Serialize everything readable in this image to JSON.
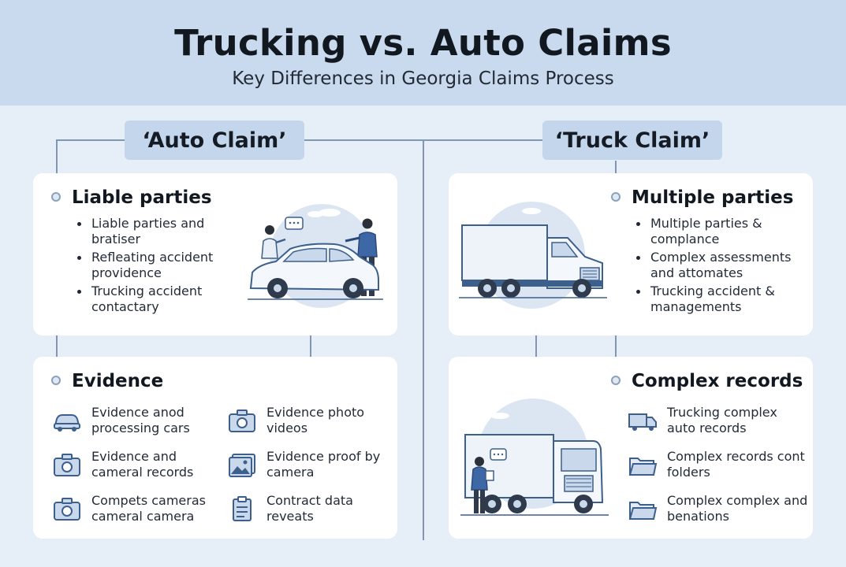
{
  "header": {
    "title": "Trucking vs. Auto Claims",
    "subtitle": "Key Differences in Georgia Claims Process"
  },
  "auto": {
    "label": "‘Auto Claim’",
    "liable": {
      "title": "Liable parties",
      "bullets": [
        "Liable parties and bratiser",
        "Refleating accident providence",
        "Trucking accident contactary"
      ]
    },
    "evidence": {
      "title": "Evidence",
      "items": [
        {
          "icon": "car-icon",
          "text": "Evidence anod processing cars"
        },
        {
          "icon": "camera-icon",
          "text": "Evidence photo videos"
        },
        {
          "icon": "camera-icon",
          "text": "Evidence and cameral records"
        },
        {
          "icon": "image-icon",
          "text": "Evidence proof by camera"
        },
        {
          "icon": "camera-icon",
          "text": "Compets cameras cameral camera"
        },
        {
          "icon": "clipboard-icon",
          "text": "Contract data reveats"
        }
      ]
    }
  },
  "truck": {
    "label": "‘Truck Claim’",
    "parties": {
      "title": "Multiple parties",
      "bullets": [
        "Multiple parties & complance",
        "Complex assessments and attomates",
        "Trucking accident & managements"
      ]
    },
    "records": {
      "title": "Complex records",
      "items": [
        {
          "icon": "truck-icon",
          "text": "Trucking complex auto records"
        },
        {
          "icon": "folder-icon",
          "text": "Complex records cont folders"
        },
        {
          "icon": "folder-icon",
          "text": "Complex complex and benations"
        }
      ]
    }
  },
  "colors": {
    "background": "#e6eef7",
    "header": "#c9daee",
    "label": "#c3d6ec",
    "card": "#ffffff",
    "accent": "#4a6c99",
    "connector": "#7f97b3"
  }
}
